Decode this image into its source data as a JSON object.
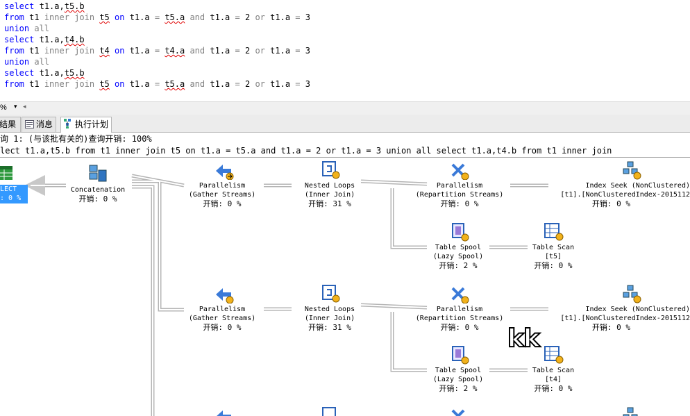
{
  "editor": {
    "lines": [
      {
        "select": "select",
        "cols1": "t1.a",
        "comma": ",",
        "cols2": "t5.b"
      },
      {
        "from": "from",
        "t1": "t1",
        "inner": "inner",
        "join": "join",
        "tx": "t5",
        "on": "on",
        "c1": "t1.a",
        "eq": "=",
        "c2": "t5.a",
        "and": "and",
        "c3": "t1.a",
        "eq2": "=",
        "v1": "2",
        "or": "or",
        "c4": "t1.a",
        "eq3": "=",
        "v2": "3"
      },
      {
        "union": "union",
        "all": "all"
      },
      {
        "select": "select",
        "cols1": "t1.a",
        "comma": ",",
        "cols2": "t4.b"
      },
      {
        "from": "from",
        "t1": "t1",
        "inner": "inner",
        "join": "join",
        "tx": "t4",
        "on": "on",
        "c1": "t1.a",
        "eq": "=",
        "c2": "t4.a",
        "and": "and",
        "c3": "t1.a",
        "eq2": "=",
        "v1": "2",
        "or": "or",
        "c4": "t1.a",
        "eq3": "=",
        "v2": "3"
      },
      {
        "union": "union",
        "all": "all"
      },
      {
        "select": "select",
        "cols1": "t1.a",
        "comma": ",",
        "cols2": "t5.b"
      },
      {
        "from": "from",
        "t1": "t1",
        "inner": "inner",
        "join": "join",
        "tx": "t5",
        "on": "on",
        "c1": "t1.a",
        "eq": "=",
        "c2": "t5.a",
        "and": "and",
        "c3": "t1.a",
        "eq2": "=",
        "v1": "2",
        "or": "or",
        "c4": "t1.a",
        "eq3": "=",
        "v2": "3"
      }
    ]
  },
  "zoom": {
    "value": "%",
    "dropdown": "▾",
    "scroll": "◂"
  },
  "tabs": [
    {
      "label": "结果"
    },
    {
      "label": "消息"
    },
    {
      "label": "执行计划"
    }
  ],
  "plan": {
    "query_header": "询 1: (与该批有关的)查询开销: 100%",
    "query_text": "lect t1.a,t5.b from t1 inner join t5 on t1.a = t5.a and t1.a = 2 or t1.a = 3 union all select t1.a,t4.b from t1 inner join",
    "select_node": {
      "label": "LECT",
      "cost": ": 0 %"
    },
    "concat": {
      "label": "Concatenation",
      "cost": "开销: 0 %"
    },
    "row1": {
      "gather": {
        "line1": "Parallelism",
        "line2": "(Gather Streams)",
        "cost": "开销: 0 %"
      },
      "nested": {
        "line1": "Nested Loops",
        "line2": "(Inner Join)",
        "cost": "开销: 31 %"
      },
      "repart": {
        "line1": "Parallelism",
        "line2": "(Repartition Streams)",
        "cost": "开销: 0 %"
      },
      "seek": {
        "line1": "Index Seek (NonClustered)",
        "line2": "[t1].[NonClusteredIndex-2015112",
        "cost": "开销: 0 %"
      },
      "spool": {
        "line1": "Table Spool",
        "line2": "(Lazy Spool)",
        "cost": "开销: 2 %"
      },
      "scan": {
        "line1": "Table Scan",
        "line2": "[t5]",
        "cost": "开销: 0 %"
      }
    },
    "row2": {
      "gather": {
        "line1": "Parallelism",
        "line2": "(Gather Streams)",
        "cost": "开销: 0 %"
      },
      "nested": {
        "line1": "Nested Loops",
        "line2": "(Inner Join)",
        "cost": "开销: 31 %"
      },
      "repart": {
        "line1": "Parallelism",
        "line2": "(Repartition Streams)",
        "cost": "开销: 0 %"
      },
      "seek": {
        "line1": "Index Seek (NonClustered)",
        "line2": "[t1].[NonClusteredIndex-2015112",
        "cost": "开销: 0 %"
      },
      "spool": {
        "line1": "Table Spool",
        "line2": "(Lazy Spool)",
        "cost": "开销: 2 %"
      },
      "scan": {
        "line1": "Table Scan",
        "line2": "[t4]",
        "cost": "开销: 0 %"
      }
    }
  },
  "watermark": "kk",
  "icons": {
    "select": "select-table-icon",
    "concat": "concatenation-icon",
    "parallelism": "parallelism-icon",
    "nested": "nested-loops-icon",
    "seek": "index-seek-icon",
    "spool": "table-spool-icon",
    "scan": "table-scan-icon"
  },
  "colors": {
    "keyword": "#0000ff",
    "text": "#808080",
    "selected": "#3399ff"
  }
}
